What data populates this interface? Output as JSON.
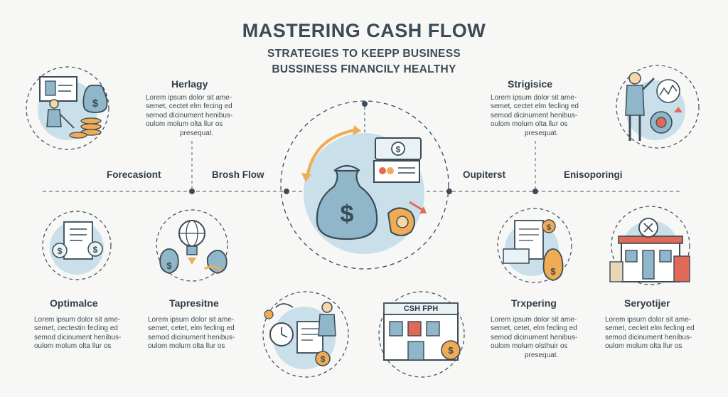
{
  "title": "MASTERING CASH FLOW",
  "subtitle_line1": "STRATEGIES TO KEEPP BUSINESS",
  "subtitle_line2": "BUSSINESS FINANCILY HEALTHY",
  "top_left": {
    "heading": "Herlagy",
    "lines": [
      "Lorem ipsum dolor sit ame-",
      "semet, cectet elm fecing ed",
      "semod dicinument henibus-",
      "oulom molum olta llur os",
      "presequat."
    ]
  },
  "top_right": {
    "heading": "Strigisice",
    "lines": [
      "Lorem ipsum dolor sit ame-",
      "semet, cectet elm fecling ed",
      "semod dicinument henibus-",
      "oulom molum olta llur os",
      "presequat."
    ]
  },
  "timeline": {
    "labels": [
      "Forecasiont",
      "Brosh Flow",
      "Oupiterst",
      "Enisoporingi"
    ]
  },
  "bottom_items": [
    {
      "heading": "Optimalce",
      "lines": [
        "Lorem ipsum dolor sit ame-",
        "semet, cectestin fecling ed",
        "semod dicinument henibus-",
        "oulom molum olta llur os"
      ]
    },
    {
      "heading": "Tapresitne",
      "lines": [
        "Lorem ipsum dolor sit ame-",
        "semet, cetet, elm fecling ed",
        "semod dicinument henibus-",
        "oulom molum olta llur os"
      ]
    },
    {
      "heading": "Trxpering",
      "lines": [
        "Lorem ipsum dolor sit ame-",
        "semet, cetet, elm fecling ed",
        "semod dicinument henibus-",
        "oulom molum olsthuir os",
        "presequat."
      ]
    },
    {
      "heading": "Seryotijer",
      "lines": [
        "Lorem ipsum dolor sit ame-",
        "semet, cecleit elm fecling ed",
        "semod dicinument henibus-",
        "oulom molum olta llur os"
      ]
    }
  ],
  "store_sign": "CSH FPH",
  "icons": {
    "top_left": "presenter-money-icon",
    "top_right": "businessman-chart-icon",
    "center": "money-bag-cycle-icon",
    "bottom_1": "document-coins-icon",
    "bottom_2": "lightbulb-money-icon",
    "bottom_3": "clock-invoice-icon",
    "bottom_4": "storefront-icon",
    "bottom_5": "invoice-money-icon",
    "bottom_6": "bank-building-icon"
  },
  "colors": {
    "primary": "#3b4b57",
    "accent_blue": "#b7d6e2",
    "accent_orange": "#f0ab55",
    "accent_red": "#e06a55"
  }
}
